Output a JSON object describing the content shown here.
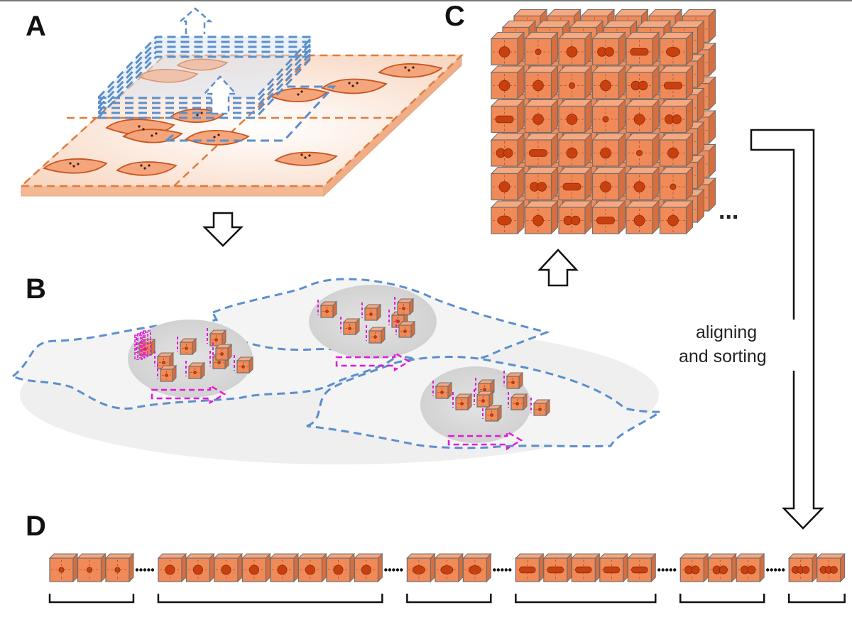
{
  "panels": {
    "a": "A",
    "b": "B",
    "c": "C",
    "d": "D"
  },
  "side_label": {
    "line1": "aligning",
    "line2": "and sorting"
  },
  "ellipsis": "...",
  "colors": {
    "cube_front": "#f08a58",
    "cube_side": "#d86e3e",
    "cube_top": "#f7a87f",
    "cube_edge": "#6d6d6d",
    "nucleus": "#c9400f",
    "slide": "#fbe0cf",
    "slide_dash": "#e07b3a",
    "cell_fill": "#f4a57c",
    "cell_edge": "#c75520",
    "stack_blue": "#5b8fcc",
    "magenta": "#e21ad6",
    "outline_grey": "#f1f1f1"
  },
  "sorted_groups": [
    {
      "shape": "dot",
      "count": 3
    },
    {
      "shape": "round",
      "count": 8
    },
    {
      "shape": "oval",
      "count": 3
    },
    {
      "shape": "elongated",
      "count": 5
    },
    {
      "shape": "pair",
      "count": 3
    },
    {
      "shape": "triple",
      "count": 2
    }
  ]
}
